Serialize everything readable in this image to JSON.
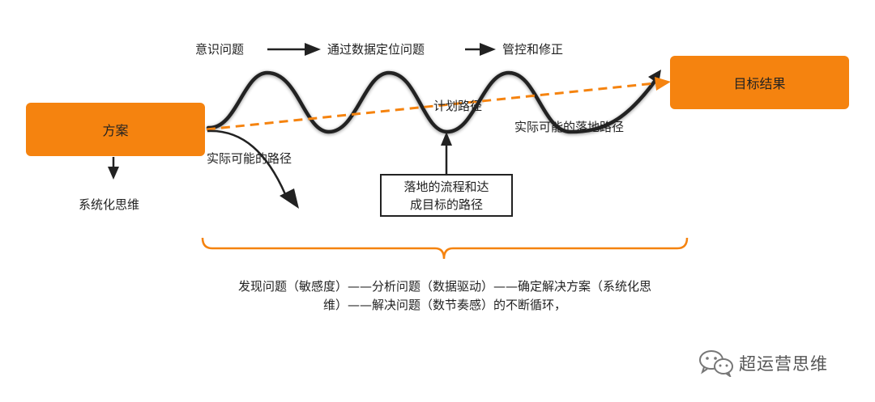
{
  "header": {
    "step1": "意识问题",
    "step2": "通过数据定位问题",
    "step3": "管控和修正"
  },
  "nodes": {
    "plan": "方案",
    "target": "目标结果",
    "system_thinking": "系统化思维"
  },
  "paths": {
    "possible_path_left": "实际可能的路径",
    "planned_path": "计划路径",
    "possible_landing_path": "实际可能的落地路径"
  },
  "callout": {
    "text": "落地的流程和达\n成目标的路径"
  },
  "summary": {
    "line1": "发现问题（敏感度）——分析问题（数据驱动）——确定解决方案（系统化思",
    "line2": "维）——解决问题（数节奏感）的不断循环，"
  },
  "brand": {
    "name": "超运营思维",
    "icon": "wechat-icon"
  },
  "colors": {
    "accent": "#f5830f",
    "dashed_arrow": "#f5830f",
    "wave": "#222222"
  }
}
